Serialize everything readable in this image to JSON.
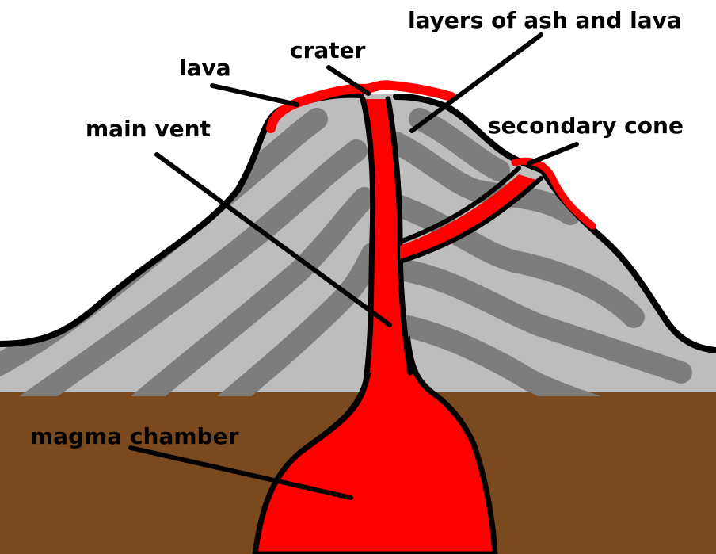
{
  "labels": {
    "layers": "layers of ash and lava",
    "crater": "crater",
    "lava": "lava",
    "main_vent": "main vent",
    "secondary_cone": "secondary cone",
    "magma_chamber": "magma chamber"
  },
  "colors": {
    "background": "#ffffff",
    "ground": "#7a4a1e",
    "ash_light": "#bdbdbd",
    "ash_dark": "#7d7d7d",
    "magma": "#ff0000",
    "outline": "#000000",
    "label_text": "#000000"
  }
}
